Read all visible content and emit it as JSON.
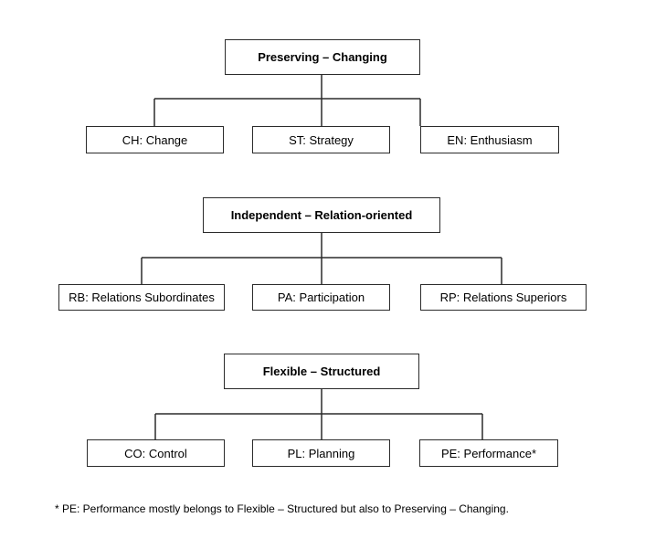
{
  "groups": [
    {
      "title": "Preserving – Changing",
      "children": [
        "CH: Change",
        "ST: Strategy",
        "EN: Enthusiasm"
      ]
    },
    {
      "title": "Independent – Relation-oriented",
      "children": [
        "RB: Relations Subordinates",
        "PA: Participation",
        "RP: Relations Superiors"
      ]
    },
    {
      "title": "Flexible – Structured",
      "children": [
        "CO: Control",
        "PL: Planning",
        "PE: Performance*"
      ]
    }
  ],
  "footnote": "* PE: Performance mostly belongs to Flexible – Structured but also to Preserving – Changing.",
  "colors": {
    "line": "#2b2b2b",
    "background": "#ffffff",
    "text": "#000000"
  }
}
